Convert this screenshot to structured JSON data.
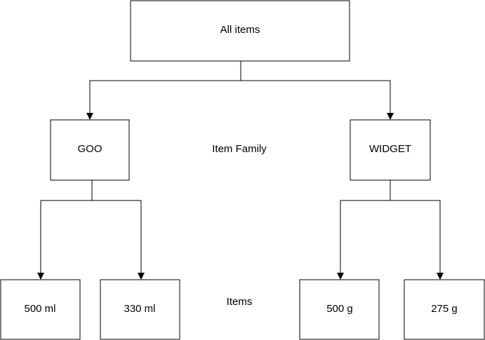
{
  "diagram": {
    "nodes": {
      "root": {
        "label": "All items"
      },
      "goo": {
        "label": "GOO"
      },
      "widget": {
        "label": "WIDGET"
      },
      "item_500ml": {
        "label": "500 ml"
      },
      "item_330ml": {
        "label": "330 ml"
      },
      "item_500g": {
        "label": "500 g"
      },
      "item_275g": {
        "label": "275 g"
      }
    },
    "annotations": {
      "family_level": "Item Family",
      "items_level": "Items"
    },
    "edges": [
      {
        "from": "root",
        "to": "goo"
      },
      {
        "from": "root",
        "to": "widget"
      },
      {
        "from": "goo",
        "to": "item_500ml"
      },
      {
        "from": "goo",
        "to": "item_330ml"
      },
      {
        "from": "widget",
        "to": "item_500g"
      },
      {
        "from": "widget",
        "to": "item_275g"
      }
    ]
  }
}
